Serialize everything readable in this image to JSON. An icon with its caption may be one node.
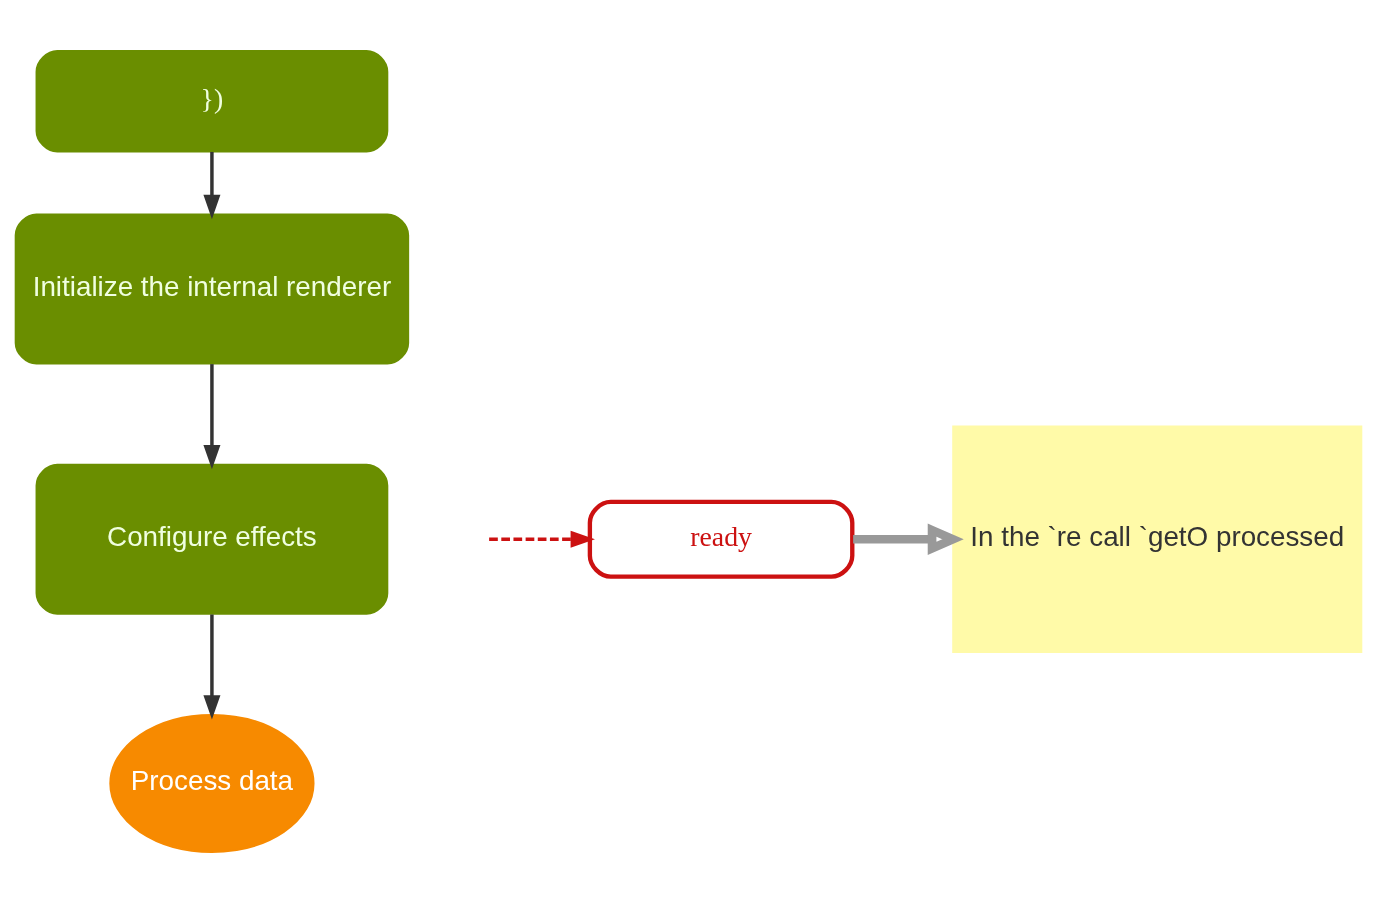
{
  "diagram": {
    "nodes": [
      {
        "text": [
          "})"
        ]
      },
      {
        "text": [
          "Initialize the internal renderer"
        ]
      },
      {
        "text": [
          "Configure effects"
        ]
      },
      {
        "text": [
          "Process data"
        ]
      },
      {
        "text": [
          "ready"
        ]
      },
      {
        "text": [
          "In the `re call `getO processed"
        ]
      }
    ],
    "edges": [
      {
        "from": 0,
        "to": 1,
        "arrow": "to"
      },
      {
        "from": 1,
        "to": 2,
        "arrow": "to"
      },
      {
        "from": 2,
        "to": 3,
        "arrow": "to"
      },
      {
        "from": null,
        "to": 4,
        "arrow": "to",
        "style": "dashed",
        "color": "#cc1111"
      },
      {
        "from": 4,
        "to": 5,
        "arrow": "to",
        "style": "thick",
        "color": "#999999"
      }
    ]
  }
}
